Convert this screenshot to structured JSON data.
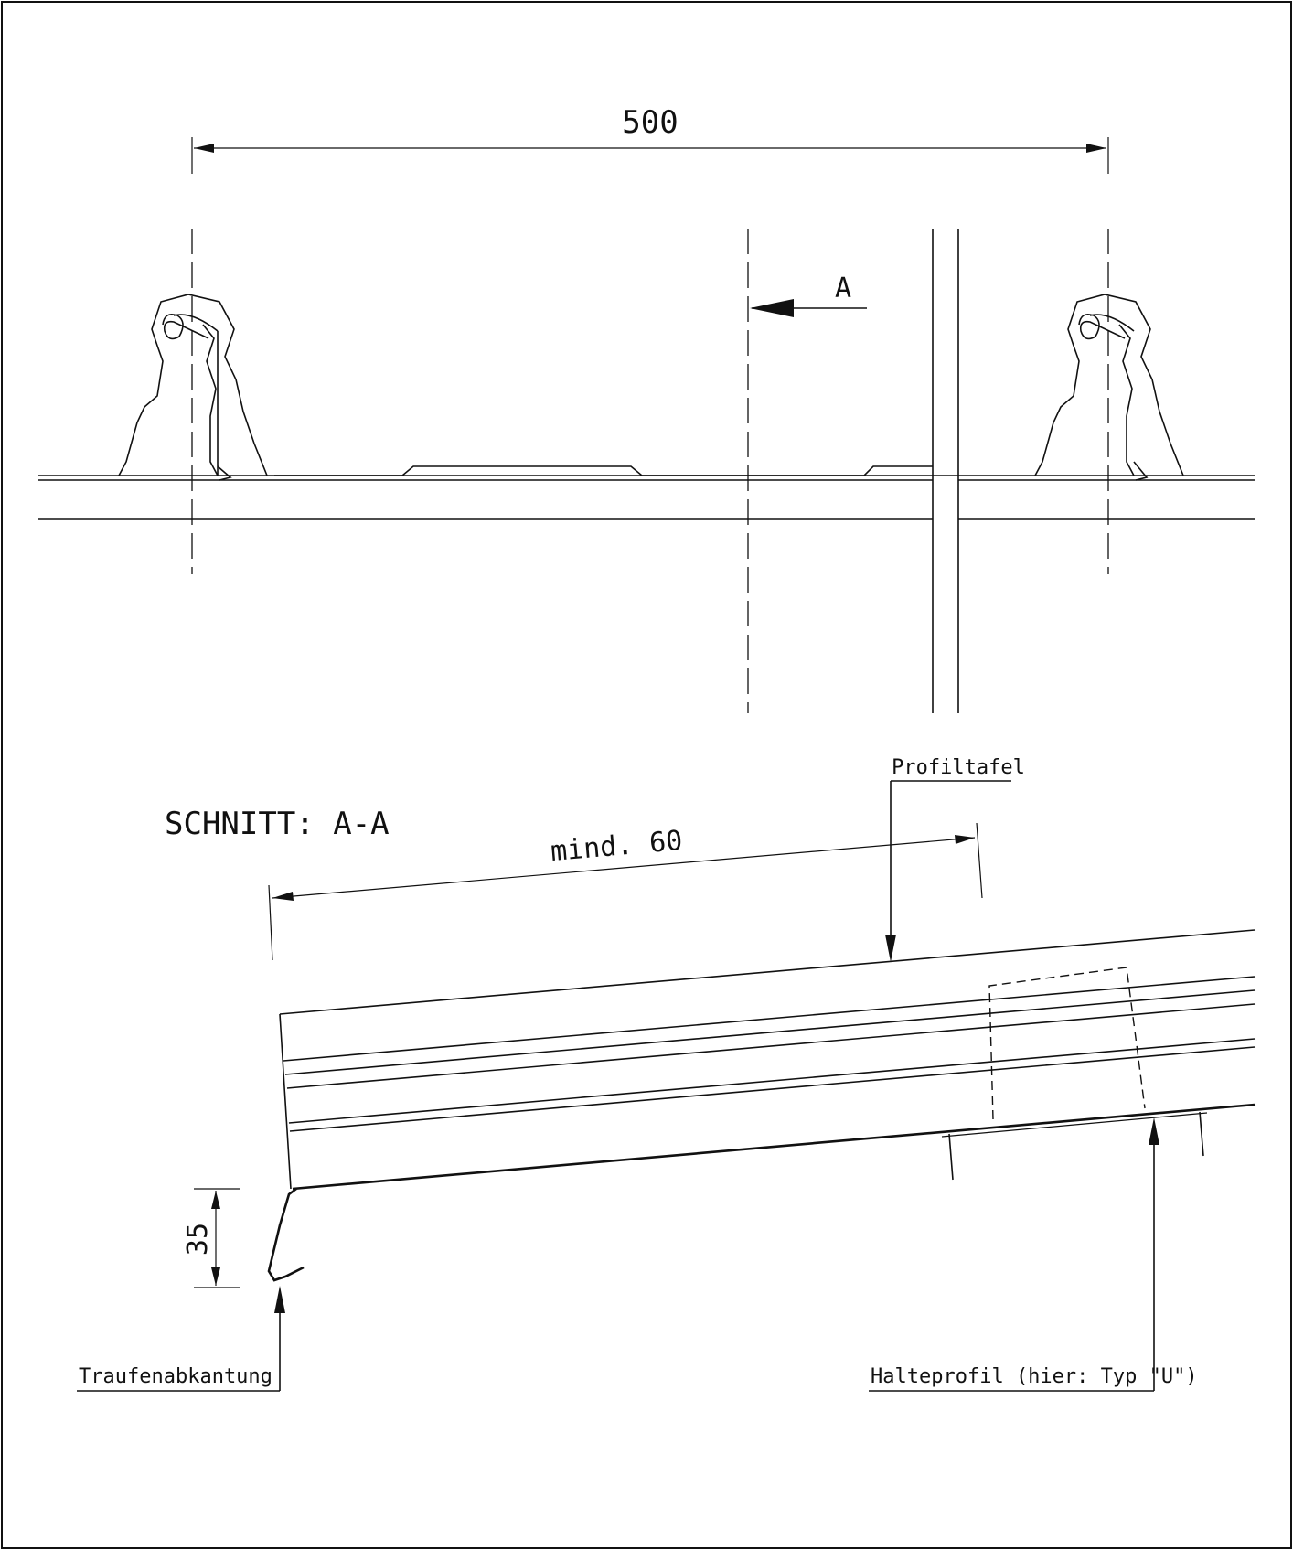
{
  "dimensions": {
    "top_width": "500",
    "overlap": "mind. 60",
    "hook_height": "35"
  },
  "section_marker": "A",
  "section_title": "SCHNITT: A-A",
  "labels": {
    "profile_sheet": "Profiltafel",
    "eaves_fold": "Traufenabkantung",
    "holding_profile": "Halteprofil (hier: Typ \"U\")"
  }
}
